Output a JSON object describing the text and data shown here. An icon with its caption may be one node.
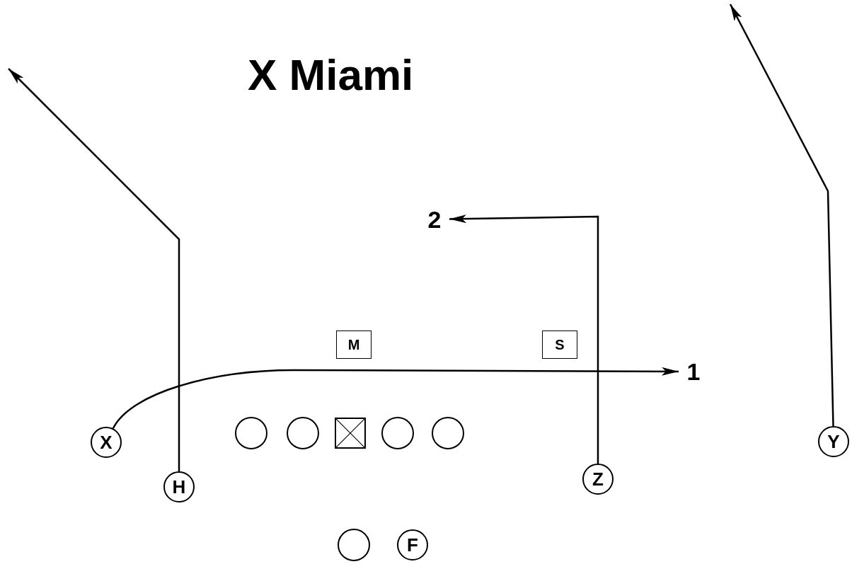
{
  "diagram": {
    "title": "X Miami",
    "nodes": [
      {
        "text": [
          "X"
        ]
      },
      {
        "text": [
          "H"
        ]
      },
      {
        "text": [
          "Z"
        ]
      },
      {
        "text": [
          "Y"
        ]
      },
      {
        "text": [
          "F"
        ]
      },
      {
        "text": [
          "M"
        ]
      },
      {
        "text": [
          "S"
        ]
      },
      {
        "text": [
          "1"
        ]
      },
      {
        "text": [
          "2"
        ]
      },
      {
        "text": [],
        "shape": "circle"
      },
      {
        "text": [],
        "shape": "circle"
      },
      {
        "text": [],
        "shape": "box"
      },
      {
        "text": [],
        "shape": "circle"
      },
      {
        "text": [],
        "shape": "circle"
      },
      {
        "text": [],
        "shape": "circle"
      }
    ],
    "edges": [
      {
        "from": 0,
        "to": 7,
        "arrow": "to"
      },
      {
        "from": 2,
        "to": 8,
        "arrow": "to"
      },
      {
        "from": 1,
        "to": null,
        "arrow": "to"
      },
      {
        "from": 3,
        "to": null,
        "arrow": "to"
      }
    ]
  }
}
